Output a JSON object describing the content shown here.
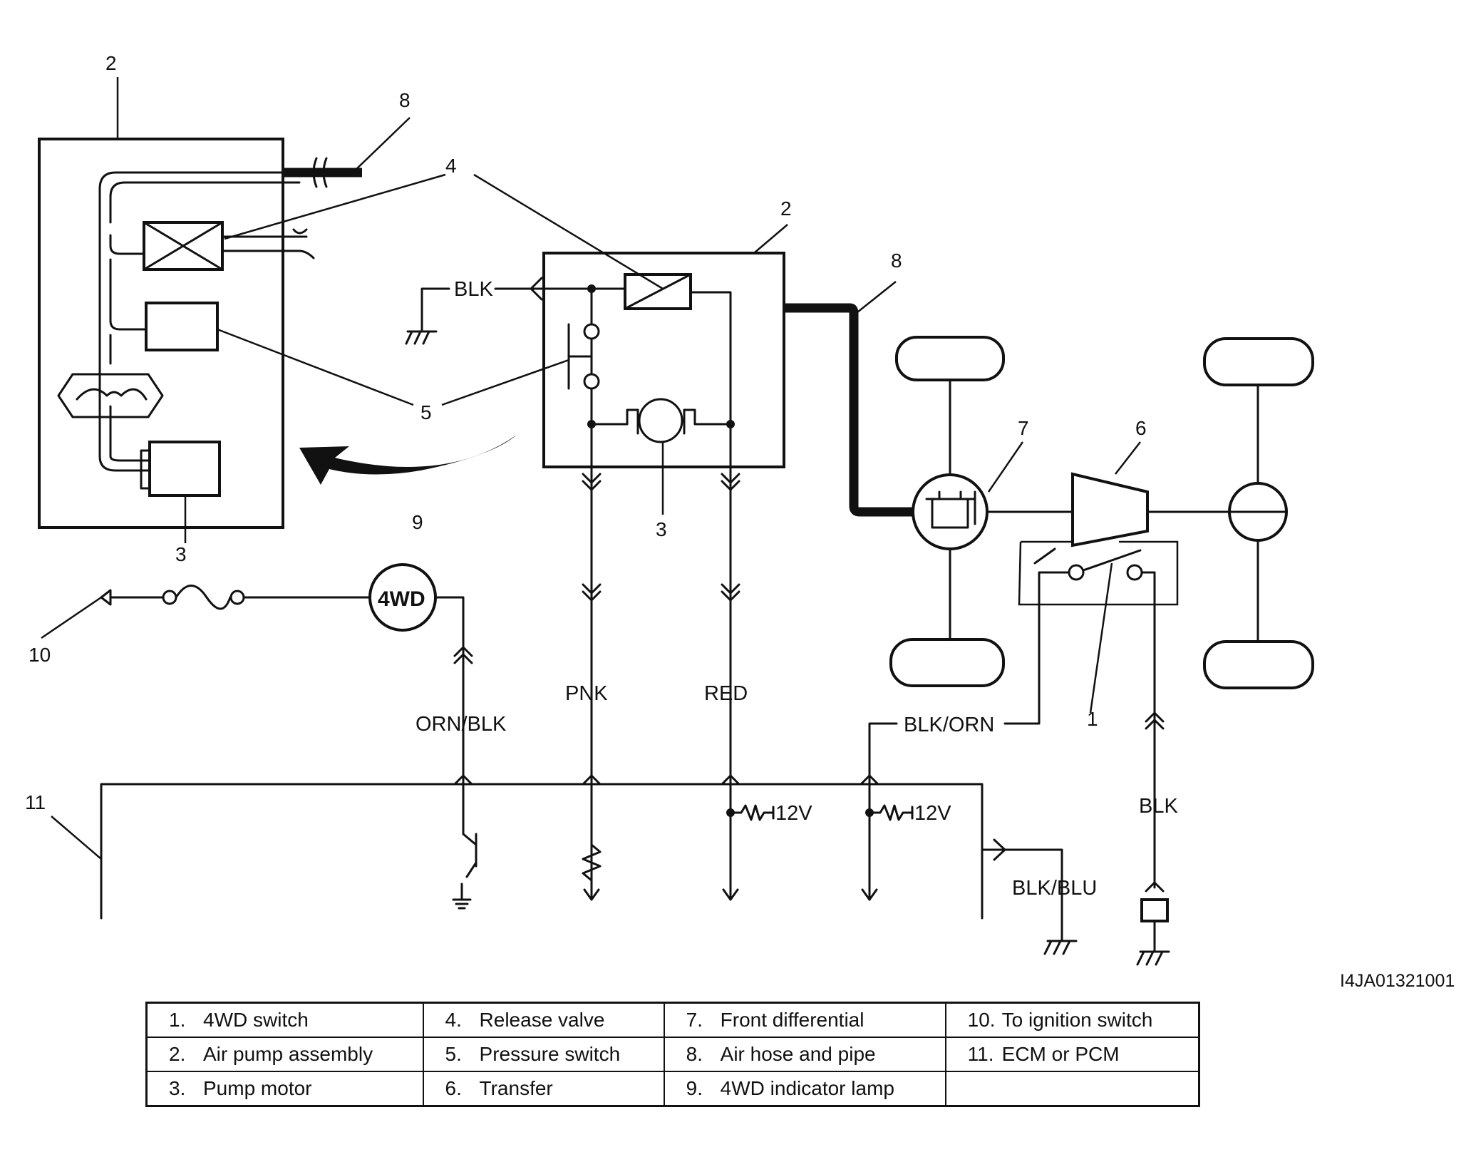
{
  "callouts": {
    "n1": "1",
    "n2a": "2",
    "n2b": "2",
    "n3a": "3",
    "n3b": "3",
    "n4": "4",
    "n5": "5",
    "n6": "6",
    "n7": "7",
    "n8a": "8",
    "n8b": "8",
    "n9": "9",
    "n10": "10",
    "n11": "11"
  },
  "wires": {
    "blk_top": "BLK",
    "pnk": "PNK",
    "red": "RED",
    "orn_blk": "ORN/BLK",
    "blk_orn": "BLK/ORN",
    "blk_right": "BLK",
    "blk_blu": "BLK/BLU",
    "v12_a": "12V",
    "v12_b": "12V"
  },
  "lamp_label": "4WD",
  "reference_code": "I4JA01321001",
  "legend": [
    [
      {
        "num": "1.",
        "text": "4WD switch"
      },
      {
        "num": "4.",
        "text": "Release valve"
      },
      {
        "num": "7.",
        "text": "Front differential"
      },
      {
        "num": "10.",
        "text": "To ignition switch"
      }
    ],
    [
      {
        "num": "2.",
        "text": "Air pump assembly"
      },
      {
        "num": "5.",
        "text": "Pressure switch"
      },
      {
        "num": "8.",
        "text": "Air hose and pipe"
      },
      {
        "num": "11.",
        "text": "ECM or PCM"
      }
    ],
    [
      {
        "num": "3.",
        "text": "Pump motor"
      },
      {
        "num": "6.",
        "text": "Transfer"
      },
      {
        "num": "9.",
        "text": "4WD indicator lamp"
      },
      {
        "num": "",
        "text": ""
      }
    ]
  ]
}
